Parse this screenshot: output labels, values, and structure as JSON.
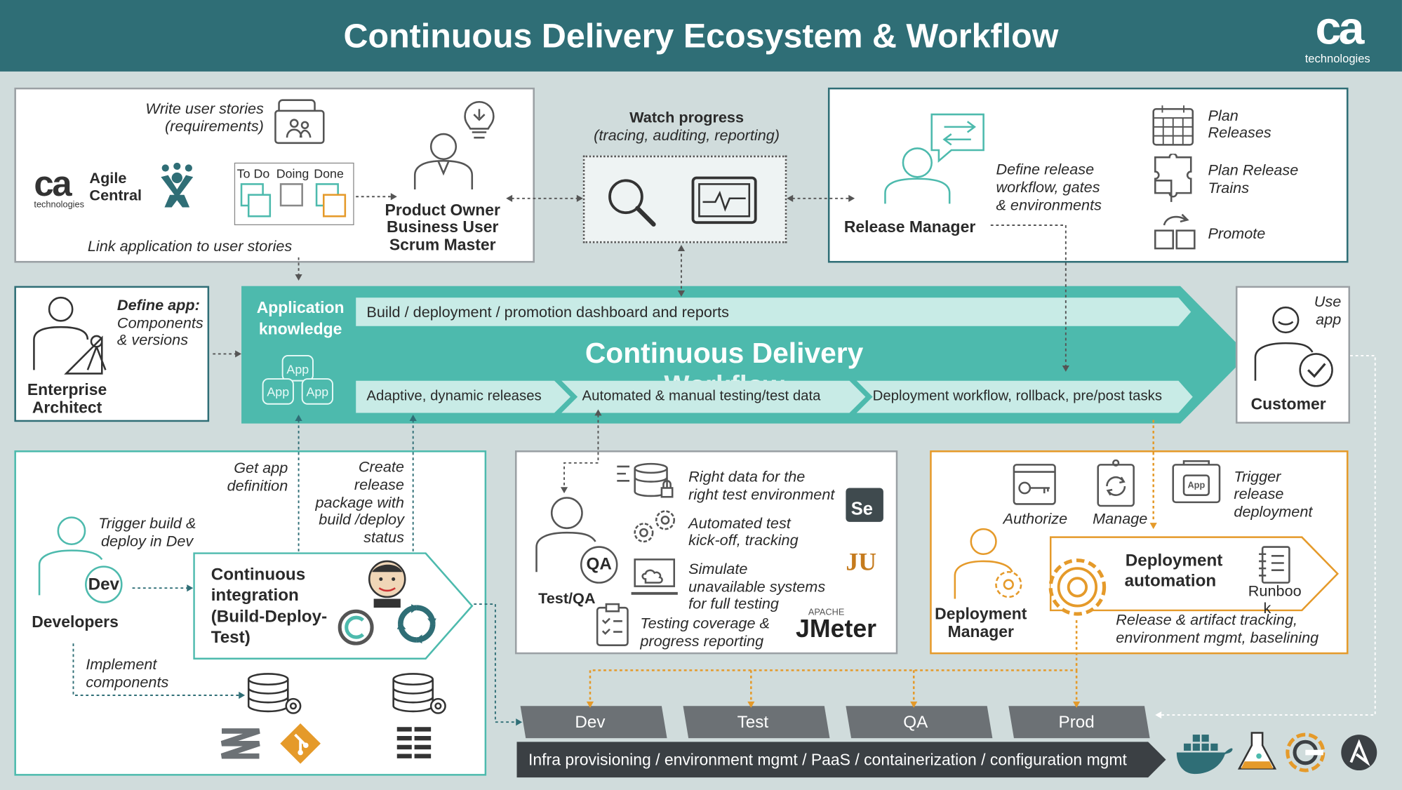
{
  "title": "Continuous Delivery Ecosystem & Workflow",
  "logo": {
    "mark": "ca",
    "sub": "technologies"
  },
  "product_owner": {
    "write_stories": [
      "Write user stories",
      "(requirements)"
    ],
    "brand_mark": "ca",
    "brand_sub": "technologies",
    "agile_central": [
      "Agile",
      "Central"
    ],
    "board_columns": [
      "To Do",
      "Doing",
      "Done"
    ],
    "link_text": "Link application to user stories",
    "roles": [
      "Product Owner",
      "Business User",
      "Scrum Master"
    ]
  },
  "watch": {
    "title": "Watch progress",
    "subtitle": "(tracing, auditing, reporting)"
  },
  "release": {
    "role": "Release Manager",
    "define": [
      "Define release",
      "workflow, gates",
      "& environments"
    ],
    "plan_releases": [
      "Plan",
      "Releases"
    ],
    "plan_trains": [
      "Plan Release",
      "Trains"
    ],
    "promote": "Promote"
  },
  "architect": {
    "define_title": "Define app:",
    "define_lines": [
      "Components",
      "& versions"
    ],
    "role": [
      "Enterprise",
      "Architect"
    ]
  },
  "cd": {
    "app_knowledge": [
      "Application",
      "knowledge"
    ],
    "app_label": "App",
    "dashboard": "Build / deployment / promotion dashboard and reports",
    "title": "Continuous Delivery",
    "subtitle": "Workflow",
    "lanes": [
      "Adaptive, dynamic releases",
      "Automated & manual testing/test data",
      "Deployment  workflow, rollback, pre/post tasks"
    ]
  },
  "customer": {
    "use": [
      "Use",
      "app"
    ],
    "role": "Customer"
  },
  "developers": {
    "get_def": [
      "Get app",
      "definition"
    ],
    "create_pkg": [
      "Create",
      "release",
      "package with",
      "build /deploy",
      "status"
    ],
    "trigger": [
      "Trigger build &",
      "deploy in Dev"
    ],
    "badge": "Dev",
    "role": "Developers",
    "ci": [
      "Continuous",
      "integration",
      "(Build-Deploy-",
      "Test)"
    ],
    "implement": [
      "Implement",
      "components"
    ]
  },
  "testqa": {
    "badge": "QA",
    "role": "Test/QA",
    "items": [
      [
        "Right data for the",
        "right test environment"
      ],
      [
        "Automated test",
        "kick-off, tracking"
      ],
      [
        "Simulate",
        "unavailable systems",
        "for full testing"
      ],
      [
        "Testing coverage &",
        "progress reporting"
      ]
    ],
    "tools": {
      "se": "Se",
      "ju": "JU",
      "apache": "APACHE",
      "jmeter": "JMeter"
    }
  },
  "deploy": {
    "authorize": "Authorize",
    "manage": "Manage",
    "app_label": "App",
    "trigger": [
      "Trigger",
      "release",
      "deployment"
    ],
    "role": [
      "Deployment",
      "Manager"
    ],
    "automation": [
      "Deployment",
      "automation"
    ],
    "runbook": "Runboo",
    "runbook_tail": "k",
    "release_lines": [
      "Release & artifact tracking,",
      "environment mgmt, baselining"
    ]
  },
  "envs": [
    "Dev",
    "Test",
    "QA",
    "Prod"
  ],
  "infra": "Infra provisioning / environment mgmt / PaaS / containerization / configuration mgmt",
  "colors": {
    "header": "#2f6e76",
    "teal": "#4dbaad",
    "lane": "#c8ebe6",
    "orange": "#e59a2a",
    "gray": "#6c7175",
    "dark": "#3b4044",
    "bg": "#d0dcdc"
  }
}
